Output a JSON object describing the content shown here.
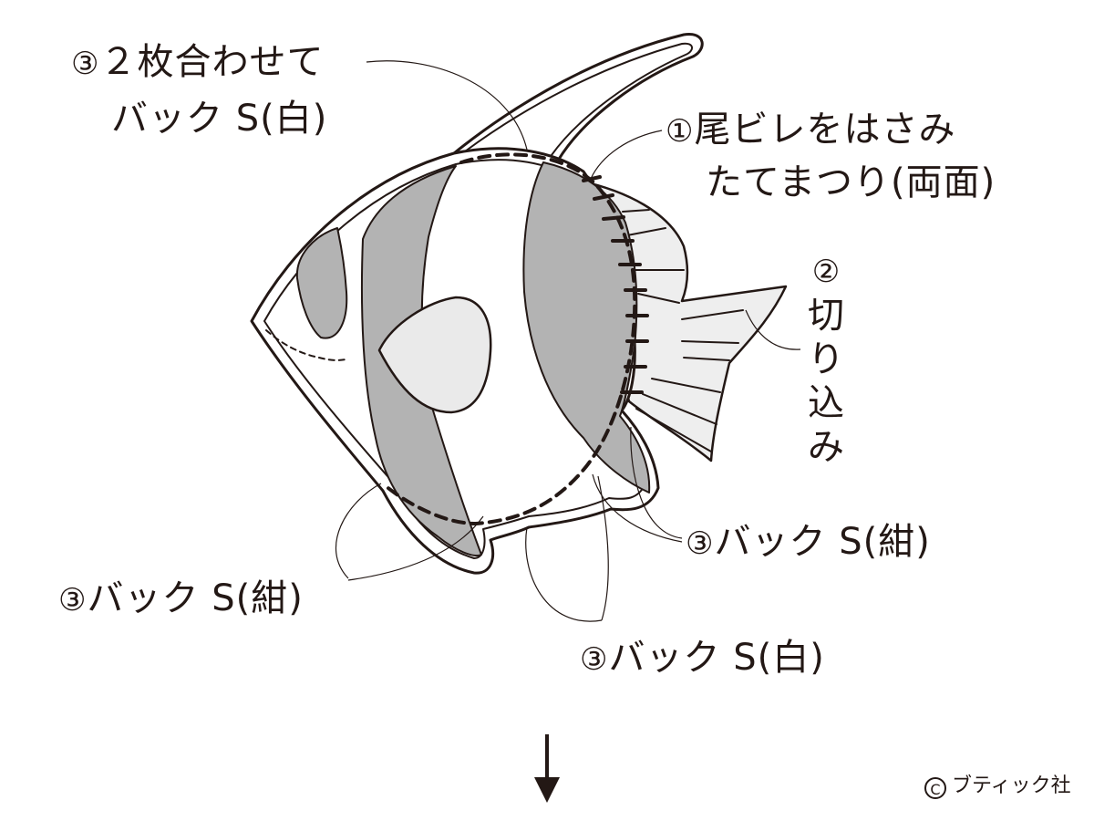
{
  "colors": {
    "ink": "#231815",
    "fabric_gray": "#b3b3b3",
    "fin_light": "#eeeeee",
    "eye_light": "#eaeaea",
    "paper": "#ffffff"
  },
  "labels": {
    "top_left": {
      "num": "③",
      "line1": "２枚合わせて",
      "line2": "バック S(白)"
    },
    "top_right": {
      "num": "①",
      "line1": "尾ビレをはさみ",
      "line2": "たてまつり(両面)"
    },
    "right_cut": {
      "num": "②",
      "chars": [
        "切",
        "り",
        "込",
        "み"
      ]
    },
    "bottom_right_navy": {
      "num": "③",
      "text": "バック S(紺)"
    },
    "bottom_left_navy": {
      "num": "③",
      "text": "バック S(紺)"
    },
    "bottom_white": {
      "num": "③",
      "text": "バック S(白)"
    }
  },
  "credit": {
    "mark": "C",
    "text": "ブティック社"
  },
  "icons": [
    "down-arrow-icon"
  ]
}
